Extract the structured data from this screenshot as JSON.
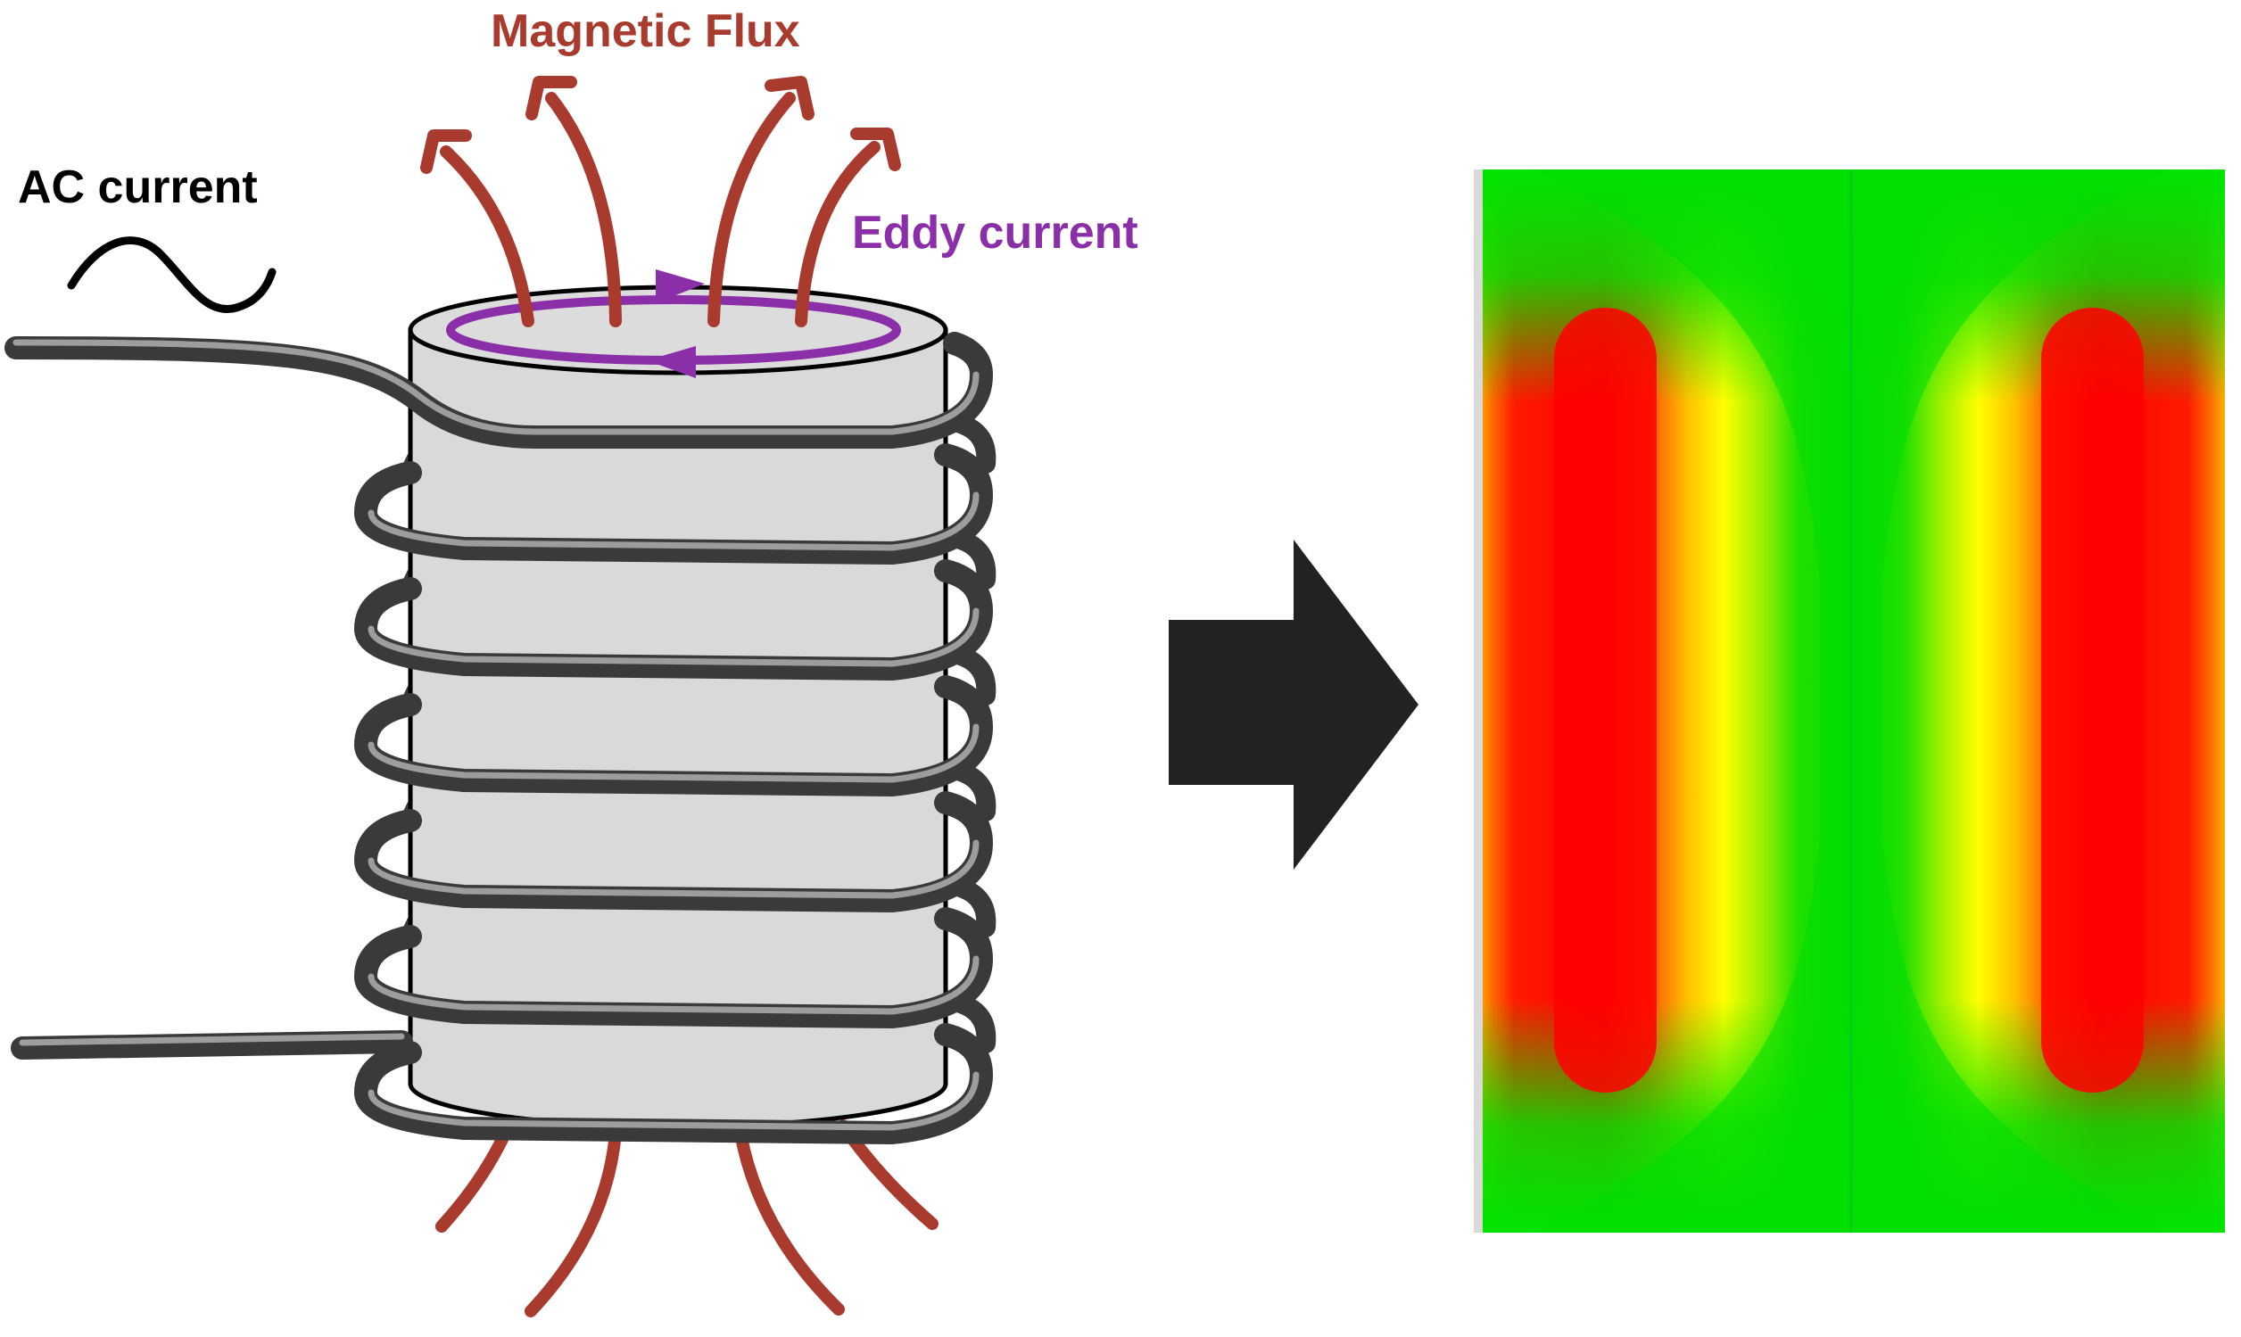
{
  "labels": {
    "ac_current": "AC current",
    "magnetic_flux": "Magnetic Flux",
    "eddy_current": "Eddy current"
  },
  "colors": {
    "ac_current_text": "#000000",
    "magnetic_flux": "#A83A2E",
    "eddy_current": "#8B2FA8",
    "cylinder_fill": "#D9D9D9",
    "cylinder_stroke": "#000000",
    "coil_wire": "#4A4A4A",
    "coil_highlight": "#9A9A9A",
    "arrow": "#222222"
  },
  "icons": {
    "sine_wave": "ac-sine-wave-icon",
    "process_arrow": "right-arrow-icon"
  },
  "heatmap": {
    "scale_colors": [
      "#0022DD",
      "#00D8F0",
      "#00E000",
      "#9AF000",
      "#FFFF00",
      "#FFC800",
      "#FF8C00",
      "#FF4A00",
      "#FF0000"
    ]
  }
}
